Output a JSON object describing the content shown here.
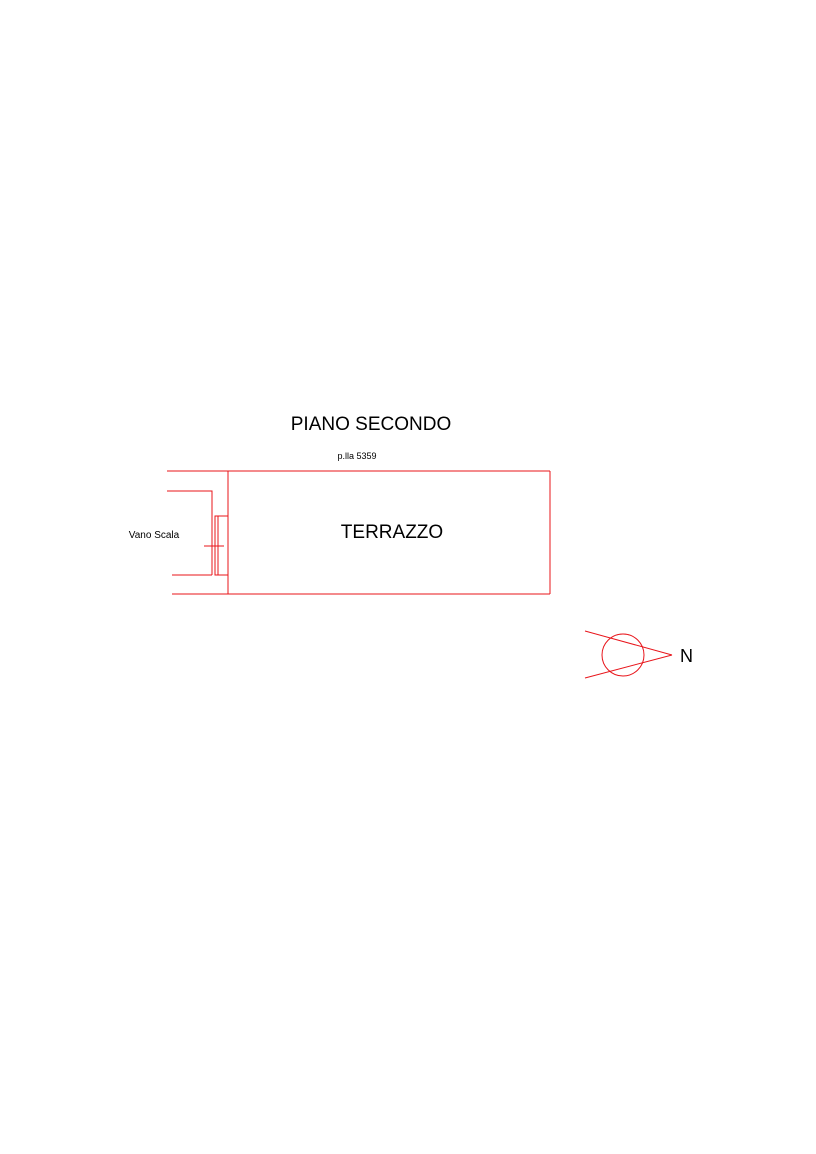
{
  "plan": {
    "floor_title": "PIANO SECONDO",
    "parcel_label": "p.lla 5359",
    "room_label": "TERRAZZO",
    "stair_label": "Vano Scala",
    "north_label": "N"
  },
  "colors": {
    "line": "#e8141a",
    "text": "#000000",
    "background": "#ffffff"
  }
}
